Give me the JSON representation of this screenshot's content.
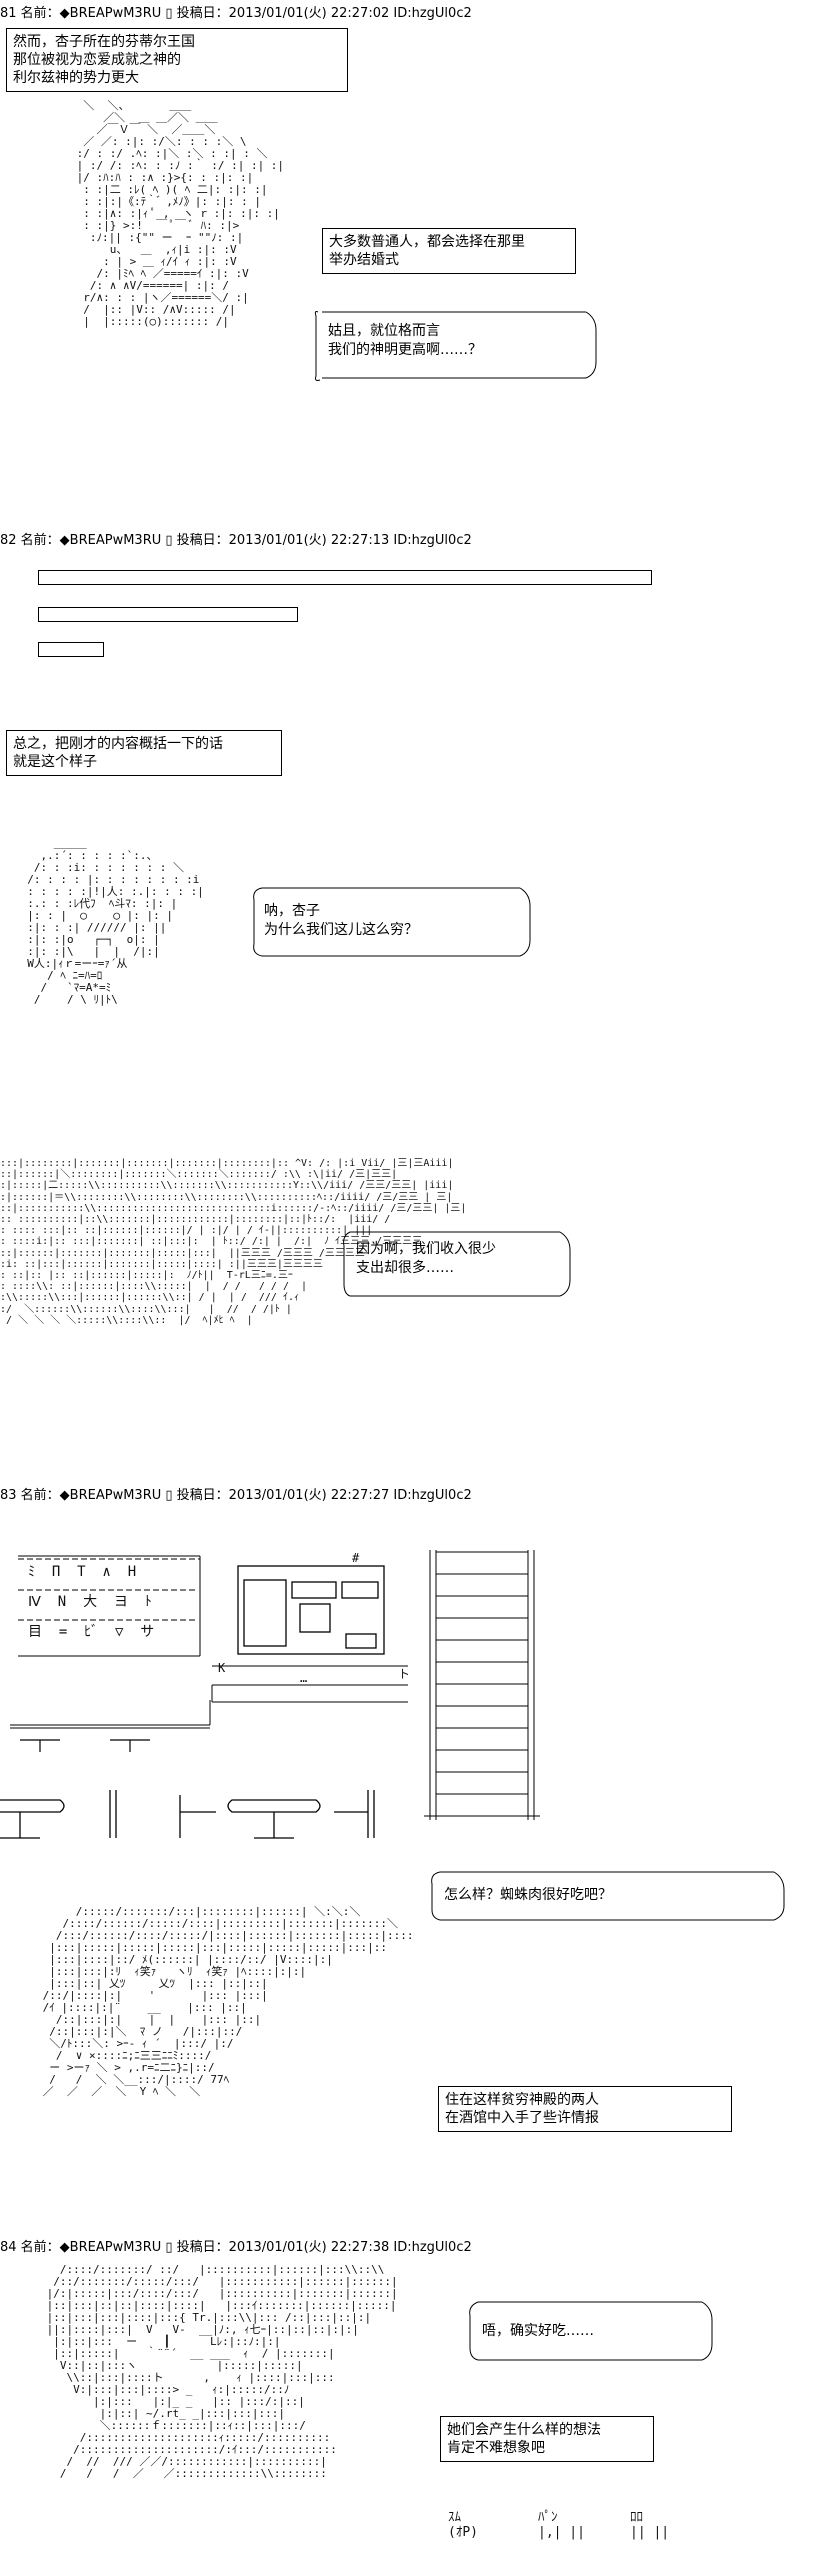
{
  "posts": [
    {
      "header": "81 名前：◆BREAPwM3RU ▯ 投稿日：2013/01/01(火) 22:27:02 ID:hzgUl0c2"
    },
    {
      "header": "82 名前：◆BREAPwM3RU ▯ 投稿日：2013/01/01(火) 22:27:13 ID:hzgUl0c2"
    },
    {
      "header": "83 名前：◆BREAPwM3RU ▯ 投稿日：2013/01/01(火) 22:27:27 ID:hzgUl0c2"
    },
    {
      "header": "84 名前：◆BREAPwM3RU ▯ 投稿日：2013/01/01(火) 22:27:38 ID:hzgUl0c2"
    }
  ],
  "narration": {
    "n1": [
      "然而，杏子所在的芬蒂尔王国",
      "那位被视为恋爱成就之神的",
      "利尔兹神的势力更大"
    ],
    "n2": [
      "大多数普通人，都会选择在那里",
      "举办结婚式"
    ],
    "n3": [
      "总之，把刚才的内容概括一下的话",
      "就是这个样子"
    ],
    "n4": [
      "住在这样贫穷神殿的两人",
      "在酒馆中入手了些许情报"
    ],
    "n5": [
      "她们会产生什么样的想法",
      "肯定不难想象吧"
    ]
  },
  "dialogue": {
    "d1": [
      "姑且，就位格而言",
      "我们的神明更高啊……？"
    ],
    "d2": [
      "呐，杏子",
      "为什么我们这儿这么穷？"
    ],
    "d3": [
      "因为啊，我们收入很少",
      "支出却很多……"
    ],
    "d4": [
      "怎么样？蜘蛛肉很好吃吧？"
    ],
    "d5": [
      "唔，确实好吃……"
    ]
  },
  "art": {
    "a1": "  ＼  ＼、      ＿＿\n     ／＼  ＿ ＿／＼ ＿＿\n    ／￣Ｖ￣ ＼  ／＿＿＼\n  ／ ／: :|: :/＼: : : :＼ \\\n :/ : :/ .ﾍ: :|＼ :＼ : :| : ＼\n | :/ /: :ﾍ: : :ﾉ :｀ :/ :| :| :|\n |/ :ﾊ:ﾊ : :∧ :}>{: : :|: :|\n  : :|二 :ﾚ( ﾍ )( ﾍ 二|: :|: :|\n  : :|:|《:ﾃ｀ ゙ ,ﾒﾉ》|: :|: : |\n  : :|∧: :|ｨ ﾟ ,  ヽ r :|: :|: :|\n  : :|} >:!  ￣ ﾟ￣ ﾞ ﾊ: :|>\n   :ﾉ:|| :{\"\" ー  ｰ \"\"ﾉ: :|\n      u、  ＿  ,ｨ|i :|: :V\n     : | > ＿ ｨ/ｲ ｨ :|: :V\n    /: |ﾐﾍ ﾍ ／=====ｲ :|: :V\n   /: ∧ ∧V/======| :|: /\n  r/∧: : : |ヽ／======＼/ :|\n  /  |:: |V:: /∧V::::: /|\n  |  |:::::(○)::::::: /|",
    "a2": "      ＿＿＿\n    ,.:´: : : : :`:.、\n   /: : :i: : : : : : : ＼\n  /: : : : |: : : : : : : :i\n  : : : : :|!|人: :.|: : : :|\n  :.: : :ﾚ代ﾌ  ﾍ斗ﾏ: :|: |\n  |: : |  ◯    ◯ |: |: |\n  :|: : :| ////// |: ||\n  :|: :|o   ┌─┐  o|: |\n  :|: :|\\   |  |  /|:|\n  W人:|ｨｒ=ーｰ=ｧ´从\n     / ﾍ ﾆ=ﾊ=ﾛ\n    /   `ﾏ=A*=ﾐ\n   /    / \\ ﾘ|ﾄ\\",
    "a3": ":::|::::::::|:::::::|:::::::|:::::::|::::::::|:: ^V: /: |:i Vii/ |三|三Aiii|\n::|::::::|＼::::::::|:::::::＼:::::::＼:::::::/ :\\\\ :\\|ii/ /三|三三|\n:|:::::|二:::::\\\\::::::::::\\\\:::::::\\\\:::::::::::Y::\\\\/iii/ /三三/三三| |iii|\n:|::::::|＝\\\\::::::::\\\\::::::::\\\\::::::::\\\\::::::::::ﾍ::/iiii/ /三/三三 | 三|\n::|:::::::::::\\\\:::::::::::::::::::::::::::::i::::::/-:ﾍ::/iiii/ /三/三三| |三|\n:: ::::::::::|::\\\\:::::::|::::::::::::|::::::::|::|ﾄ::/:  |iii/ /\n: :::: :::|:: ::|::::::|::::::|/ | :|/ | / ｲ-||::::::::::| |||\n: ::::i:|:: :::|:::::::| ::|:::|:  | ﾄ::/ /:| |  /:|  ﾉ ｲ三三三 /三三三三\n::|::::::|:::::::|:::::::|:::::|:::|  ||三三三 /三三三 /三三三三\n:i: ::|:::|::::::|:::::::|:::::|::::| :||三三三|三三三三\n: ::|:: |:: ::|::::::|:::::|:  ﾉ/ﾄ||  T-rL三ﾆ=.三ｰ\n: ::::\\\\: ::|::::::|::::\\\\:::::|  |  / /   / / /  |\n:\\\\:::::\\\\:::|::::::|::::::\\\\::| / |  | /  /// ｲ.ｨ\n:/  ＼::::::\\\\::::::\\\\::::\\\\:::|   |  //  / /|ﾄ |\n / ＼ ＼ ＼ ＼:::::\\\\::::\\\\::  |/  ﾍ|ﾒﾋ ﾍ  |",
    "a4": "      /:::::/:::::::/:::|::::::::|::::::| ＼:＼:＼\n    /::::/::::::/:::::/::::|:::::::::|:::::::|:::::::＼\n   /:::/::::::/::::/:::::/|::::|::::::|:::::::|:::::|::::\n  |:::|:::::|:::::|:::::|:::|:::::|:::::|:::::|:::|::\n  |:::|::::|::/ ﾒ(::::::| |::::/::/ |V::::|:|\n  |:::|:::|:ﾘ  ｨ笑ｧ   ヽﾘ  ｨ笑ｧ |ﾍ::::|:|:|\n  |:::|::| 乂ﾂ     乂ﾂ  |::: |::|::|\n /::/|::::|:|    '       |::: |:::|\n /ｲ |::::|:|¨    __    |::: |::|\n   /::|:::|:|    |  |    |::: |::|\n  /::|:::|:|＼  ﾏ ノ   /|:::|::/\n  ＼/ﾄ:::＼: >ｰ- ｨ ´  |:::/ |:/\n   /  ∨ ×::::ﾆ;ﾆ三三ﾆﾆﾐ::::/\n  ー >ーｧ ＼ > ,.r=ﾆ二ﾆ}ﾆ|::/\n  /   /  ＼ ＼__:::/|::::/ 77ﾍ\n ／  ／  ／  ＼  Y ﾍ ＼  ＼",
    "a5": "   /::::/:::::::/ ::/   |::::::::::|::::::|:::\\\\::\\\\\n  /::/:::::::/:::::/:::/   |:::::::::::|::::::|::::::|\n |/:|:::::|:::/::::/:::/   |::::::::::|:::::::|::::::|\n |::|:::|::|::|::::|::::|   |:::ｲ:::::::|::::::|:::::|\n |::|:::|:::|::::|:::{ Tr.|:::\\\\|::: /::|:::|::|:|\n ||:|::::|:::|  V   V-  __|ﾉ:, ｨ七ｰ|::|::|::|:|:|\n  |:|::|:::  ー    ┃      Lﾚ:|::ﾉ:|:|\n  |::|:::::|    ｀¨¨´  __ ___  ｨ  / |:::::::|\n   V::|::|:::ヽ            |:::::|:::::|\n    \\\\::|:::|::::ト      ,    ｨ |::::|:::|:::\n     V:|:::|:::|::::> _   ｨ:|:::::/::ﾉ\n        |:|:::   |:|_ _   |:: |:::/:|::|\n         |:|::| ~/.rt_ _|:::|:::|:::|\n         ＼::::::ｆ:::::::|::ｨ::|:::|:::/\n      /::::::::::::::::::::ｨ:::::/::::::::::\n     /:::::::::::::::::::::/:ｲ:::/:::::::::::\n    /  //  /// ／／/::::::::::::|::::::::::|\n   /   /   /  ／   ／:::::::::::::\\\\::::::::"
  },
  "tavern": {
    "menu_rows": [
      "ﾐ  Π  T  ∧  H",
      "Ⅳ  N  大  ヨ  ﾄ",
      "目  =  ﾋﾞ  ▽  サ"
    ],
    "sign_hash": "#",
    "door_k": "K",
    "bar_mark": "ト",
    "bar_dots": "…",
    "board_bottom": "[=]"
  },
  "ending_aa": {
    "e1": "ｽﾑ\n(ｵP)",
    "e2": "ﾊﾟﾝ\n|,| ||",
    "e3": "ﾛﾛ\n|| ||"
  }
}
